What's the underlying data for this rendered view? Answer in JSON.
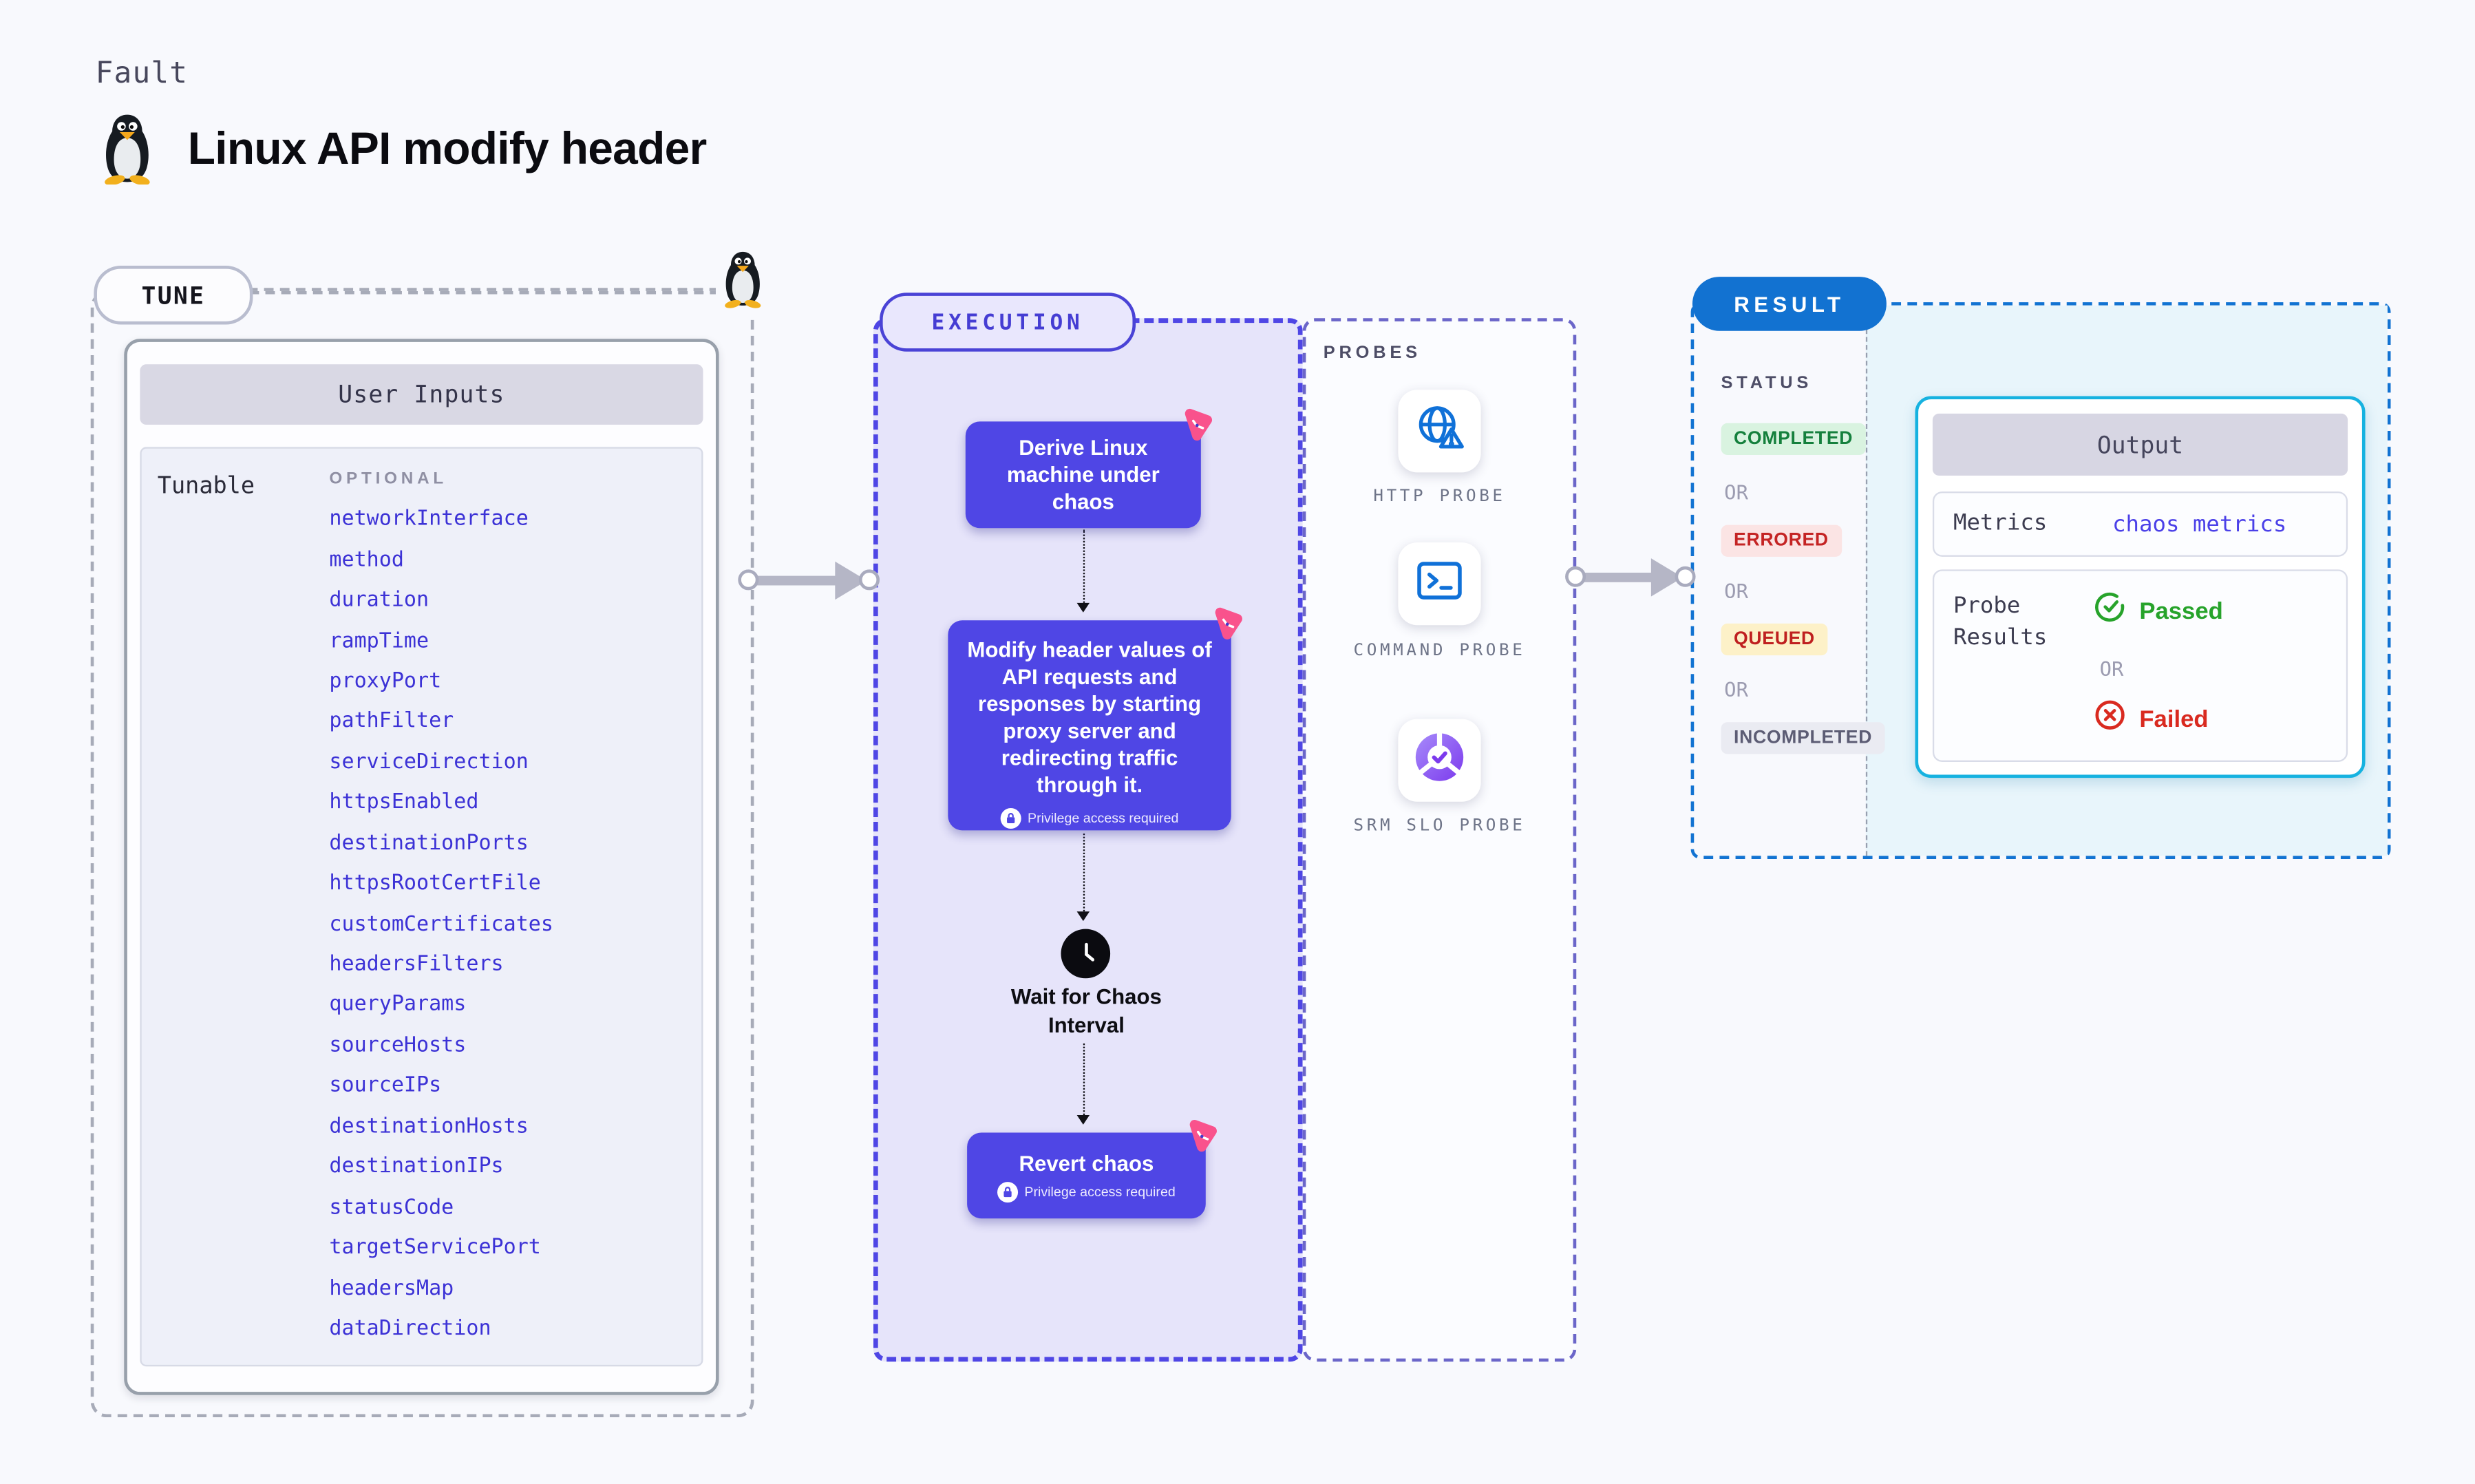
{
  "page": {
    "kicker": "Fault",
    "title": "Linux API modify header"
  },
  "tune": {
    "label": "TUNE",
    "user_inputs_title": "User Inputs",
    "tunable_label": "Tunable",
    "optional_label": "OPTIONAL",
    "params": [
      "networkInterface",
      "method",
      "duration",
      "rampTime",
      "proxyPort",
      "pathFilter",
      "serviceDirection",
      "httpsEnabled",
      "destinationPorts",
      "httpsRootCertFile",
      "customCertificates",
      "headersFilters",
      "queryParams",
      "sourceHosts",
      "sourceIPs",
      "destinationHosts",
      "destinationIPs",
      "statusCode",
      "targetServicePort",
      "headersMap",
      "dataDirection"
    ]
  },
  "execution": {
    "label": "EXECUTION",
    "steps": [
      {
        "label": "Derive Linux machine under chaos"
      },
      {
        "label": "Modify header values of API requests and responses by starting proxy server and redirecting traffic through it.",
        "privilege_label": "Privilege access required"
      },
      {
        "label": "Wait for Chaos Interval"
      },
      {
        "label": "Revert chaos",
        "privilege_label": "Privilege access required"
      }
    ]
  },
  "probes": {
    "label": "PROBES",
    "items": [
      {
        "label": "HTTP PROBE",
        "icon": "http-probe-icon"
      },
      {
        "label": "COMMAND PROBE",
        "icon": "command-probe-icon"
      },
      {
        "label": "SRM SLO PROBE",
        "icon": "srm-slo-probe-icon"
      }
    ]
  },
  "result": {
    "label": "RESULT",
    "status_label": "STATUS",
    "or_label": "OR",
    "statuses": [
      {
        "label": "COMPLETED",
        "bg": "#d9f3e0",
        "fg": "#15803d"
      },
      {
        "label": "ERRORED",
        "bg": "#fbe4e4",
        "fg": "#c42424"
      },
      {
        "label": "QUEUED",
        "bg": "#fdf1c8",
        "fg": "#bf2020"
      },
      {
        "label": "INCOMPLETED",
        "bg": "#eaebf2",
        "fg": "#5c5c74"
      }
    ],
    "output": {
      "title": "Output",
      "metrics_label": "Metrics",
      "metrics_value": "chaos metrics",
      "probe_results_label": "Probe Results",
      "passed_label": "Passed",
      "failed_label": "Failed"
    }
  },
  "colors": {
    "accent_indigo": "#4f46e5",
    "accent_blue": "#1272d1",
    "accent_cyan": "#16b2e0",
    "accent_pink": "#f9528c",
    "probe_icon_blue": "#1071d8",
    "passed_green": "#27a32b",
    "failed_red": "#d92a20",
    "param_link": "#3c32d6"
  }
}
